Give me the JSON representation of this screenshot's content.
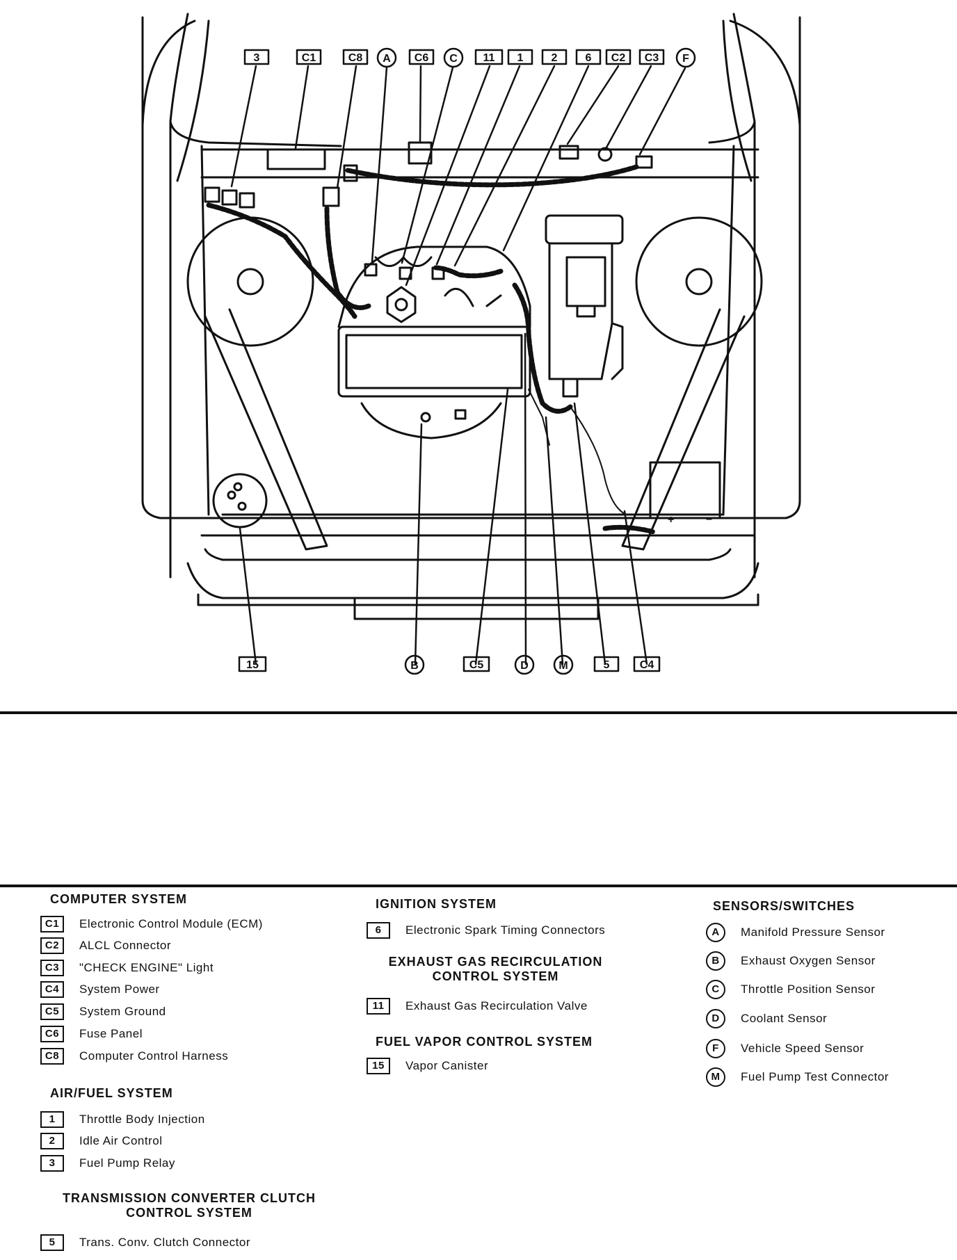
{
  "callouts_top": [
    "3",
    "C1",
    "C8",
    "A",
    "C6",
    "C",
    "11",
    "1",
    "2",
    "6",
    "C2",
    "C3",
    "F"
  ],
  "callouts_bottom": [
    "15",
    "B",
    "C5",
    "D",
    "M",
    "5",
    "C4"
  ],
  "callout_circles": [
    "A",
    "C",
    "F",
    "B",
    "D",
    "M"
  ],
  "legend": {
    "computer": {
      "title": "COMPUTER SYSTEM",
      "items": [
        {
          "code": "C1",
          "label": "Electronic Control Module (ECM)"
        },
        {
          "code": "C2",
          "label": "ALCL Connector"
        },
        {
          "code": "C3",
          "label": "\"CHECK ENGINE\" Light"
        },
        {
          "code": "C4",
          "label": "System Power"
        },
        {
          "code": "C5",
          "label": "System Ground"
        },
        {
          "code": "C6",
          "label": "Fuse Panel"
        },
        {
          "code": "C8",
          "label": "Computer Control Harness"
        }
      ]
    },
    "airfuel": {
      "title": "AIR/FUEL SYSTEM",
      "items": [
        {
          "code": "1",
          "label": "Throttle Body Injection"
        },
        {
          "code": "2",
          "label": "Idle Air Control"
        },
        {
          "code": "3",
          "label": "Fuel Pump Relay"
        }
      ]
    },
    "tcc": {
      "title_line1": "TRANSMISSION CONVERTER CLUTCH",
      "title_line2": "CONTROL SYSTEM",
      "items": [
        {
          "code": "5",
          "label": "Trans. Conv. Clutch Connector"
        }
      ]
    },
    "ignition": {
      "title": "IGNITION SYSTEM",
      "items": [
        {
          "code": "6",
          "label": "Electronic Spark Timing Connectors"
        }
      ]
    },
    "egr": {
      "title_line1": "EXHAUST GAS RECIRCULATION",
      "title_line2": "CONTROL SYSTEM",
      "items": [
        {
          "code": "11",
          "label": "Exhaust Gas Recirculation Valve"
        }
      ]
    },
    "fuelvapor": {
      "title": "FUEL VAPOR CONTROL SYSTEM",
      "items": [
        {
          "code": "15",
          "label": "Vapor Canister"
        }
      ]
    },
    "sensors": {
      "title": "SENSORS/SWITCHES",
      "items": [
        {
          "code": "A",
          "label": "Manifold Pressure Sensor"
        },
        {
          "code": "B",
          "label": "Exhaust Oxygen Sensor"
        },
        {
          "code": "C",
          "label": "Throttle Position Sensor"
        },
        {
          "code": "D",
          "label": "Coolant Sensor"
        },
        {
          "code": "F",
          "label": "Vehicle Speed Sensor"
        },
        {
          "code": "M",
          "label": "Fuel Pump Test Connector"
        }
      ]
    }
  }
}
